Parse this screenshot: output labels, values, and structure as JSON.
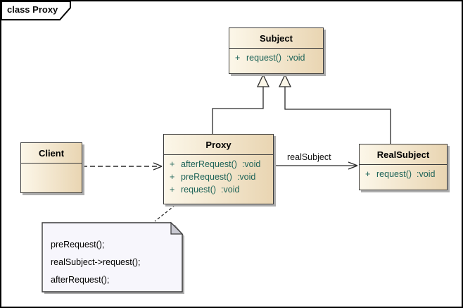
{
  "frame": {
    "title": "class Proxy"
  },
  "classes": {
    "subject": {
      "name": "Subject",
      "members": [
        {
          "vis": "+",
          "name": "request()",
          "type": ":void"
        }
      ]
    },
    "proxy": {
      "name": "Proxy",
      "members": [
        {
          "vis": "+",
          "name": "afterRequest()",
          "type": ":void"
        },
        {
          "vis": "+",
          "name": "preRequest()",
          "type": ":void"
        },
        {
          "vis": "+",
          "name": "request()",
          "type": ":void"
        }
      ]
    },
    "realsubject": {
      "name": "RealSubject",
      "members": [
        {
          "vis": "+",
          "name": "request()",
          "type": ":void"
        }
      ]
    },
    "client": {
      "name": "Client",
      "members": []
    }
  },
  "relations": {
    "association_label": "realSubject"
  },
  "note": {
    "lines": [
      "preRequest();",
      "realSubject->request();",
      "afterRequest();"
    ]
  },
  "colors": {
    "box_fill_light": "#FCF7E9",
    "box_fill_dark": "#E9D5B2",
    "box_border": "#3A3A3A",
    "shadow": "#ADADAD",
    "member_text": "#1D6358",
    "note_fill": "#F7F6FC",
    "note_fold": "#C9C9D2",
    "line": "#2A2A2A",
    "triangle_fill": "#FBF6E8"
  }
}
